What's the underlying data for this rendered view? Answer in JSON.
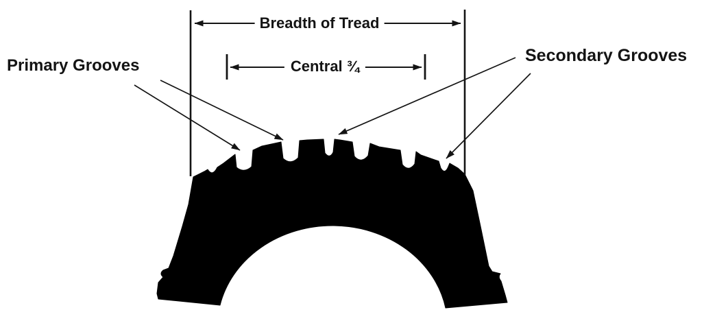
{
  "diagram": {
    "title_hint": "Tyre tread cross-section diagram",
    "labels": {
      "breadth": "Breadth of Tread",
      "central": "Central ¾",
      "primary": "Primary Grooves",
      "secondary": "Secondary Grooves"
    },
    "colors": {
      "ink": "#141414",
      "tire_fill": "#000000",
      "background": "#ffffff"
    },
    "groove_counts": {
      "primary_grooves_pointed": 2,
      "secondary_grooves_pointed": 2,
      "total_tread_grooves": 7
    }
  }
}
